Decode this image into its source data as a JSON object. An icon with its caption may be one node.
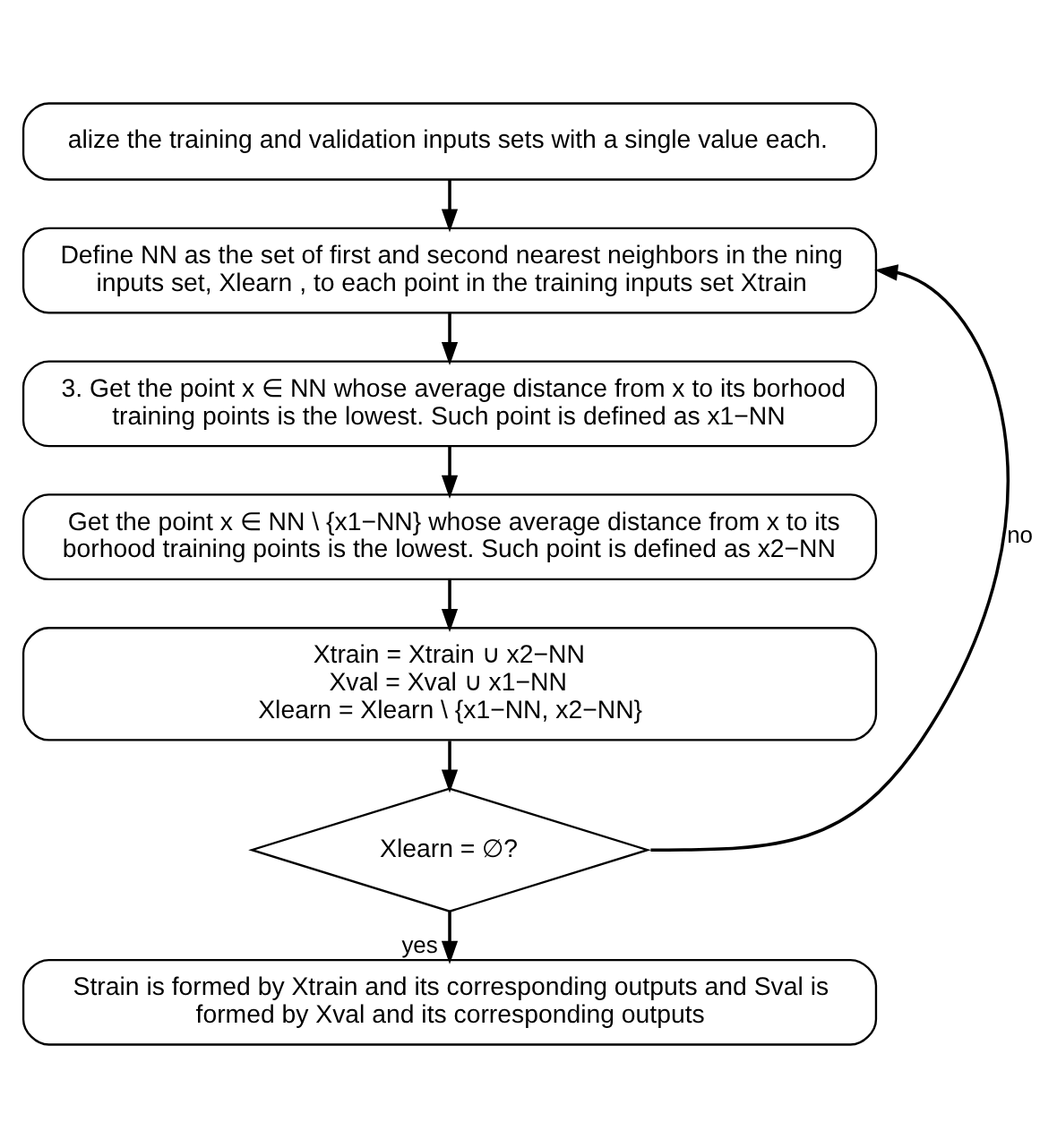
{
  "diagram": {
    "nodes": [
      {
        "text": [
          "alize the training and validation inputs sets with a single value each."
        ]
      },
      {
        "text": [
          "Define NN as the set of first and second nearest neighbors in the ning inputs set, Xlearn , to each point in the training inputs set Xtrain"
        ]
      },
      {
        "text": [
          "3. Get the point x ∈ NN whose average distance from x to its borhood training points is the lowest. Such point is defined as x1−NN"
        ]
      },
      {
        "text": [
          "Get the point x ∈ NN \\ {x1−NN} whose average distance from x to its borhood training points is the lowest. Such point is defined as x2−NN"
        ]
      },
      {
        "text": [
          "Xtrain = Xtrain ∪ x2−NN",
          "Xval = Xval ∪ x1−NN",
          "Xlearn = Xlearn \\ {x1−NN, x2−NN}"
        ]
      },
      {
        "text": [
          "Xlearn = ∅?"
        ]
      },
      {
        "text": [
          "Strain is formed by Xtrain and its corresponding outputs and Sval is formed by Xval and its corresponding outputs"
        ]
      }
    ],
    "edges": [
      {
        "from": 0,
        "to": 1,
        "arrow": "to"
      },
      {
        "from": 1,
        "to": 2,
        "arrow": "to"
      },
      {
        "from": 2,
        "to": 3,
        "arrow": "to"
      },
      {
        "from": 3,
        "to": 4,
        "arrow": "to"
      },
      {
        "from": 4,
        "to": 5,
        "arrow": "to"
      },
      {
        "from": 5,
        "to": 6,
        "arrow": "to",
        "label": "yes"
      },
      {
        "from": 5,
        "to": 1,
        "arrow": "to",
        "label": "no"
      }
    ]
  }
}
